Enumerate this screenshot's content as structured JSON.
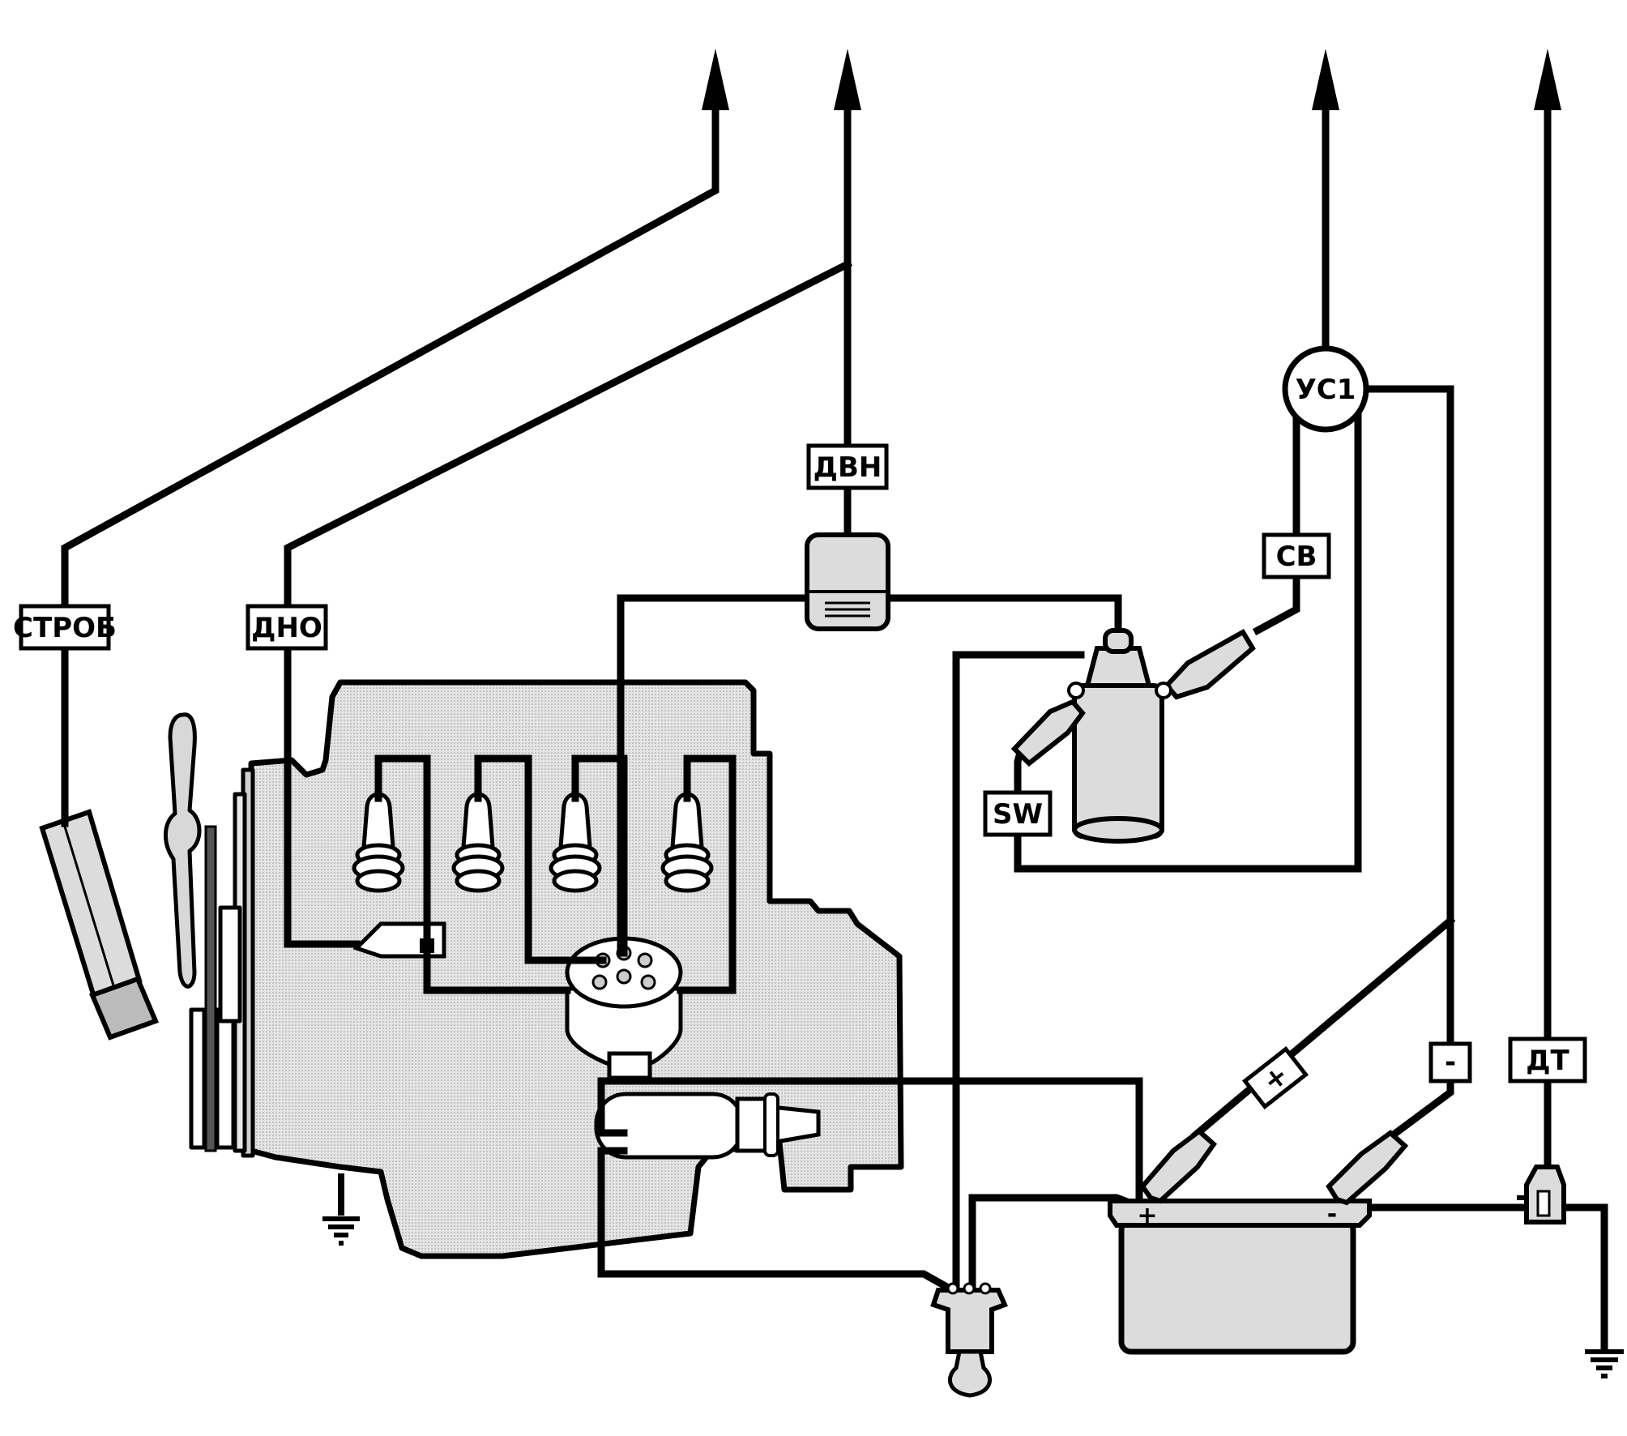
{
  "labels": {
    "strob": "СТРОБ",
    "dno": "ДНО",
    "dvn": "ДВН",
    "us1": "УС1",
    "sv": "СВ",
    "sw": "SW",
    "minus_wire": "-",
    "plus_wire": "+",
    "dt": "ДТ",
    "battery_plus": "+",
    "battery_minus": "-"
  }
}
